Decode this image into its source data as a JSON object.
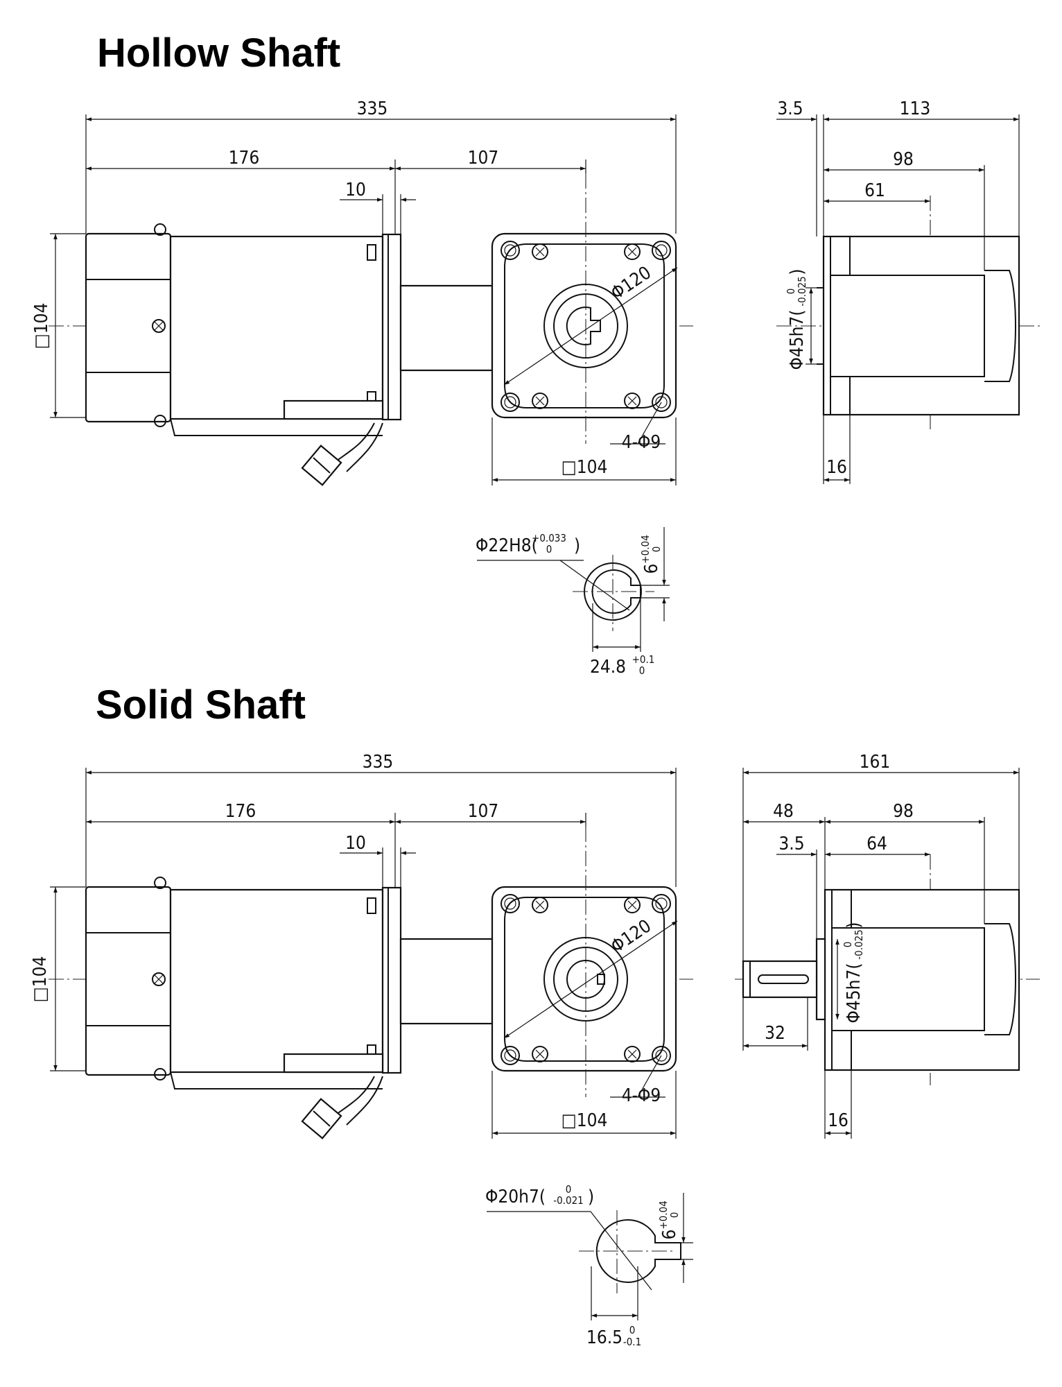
{
  "sections": {
    "hollow": {
      "title": "Hollow Shaft",
      "dims": {
        "overall_length": "335",
        "motor_length": "176",
        "gear_length": "107",
        "flange_gap": "10",
        "square_height": "□104",
        "square_width": "□104",
        "pcd": "Φ120",
        "mount_holes": "4-Φ9",
        "offset": "3.5",
        "side_depth": "113",
        "side_98": "98",
        "side_61": "61",
        "side_16": "16",
        "pilot": "Φ45h7(",
        "pilot_tol_upper": "0",
        "pilot_tol_lower": "-0.025",
        "pilot_close": ")",
        "bore": "Φ22H8(",
        "bore_tol_upper": "+0.033",
        "bore_tol_lower": "0",
        "bore_close": ")",
        "key_width": "6",
        "key_tol_upper": "+0.04",
        "key_tol_lower": "0",
        "key_depth": "24.8",
        "key_depth_tol_upper": "+0.1",
        "key_depth_tol_lower": "0"
      }
    },
    "solid": {
      "title": "Solid Shaft",
      "dims": {
        "overall_length": "335",
        "motor_length": "176",
        "gear_length": "107",
        "flange_gap": "10",
        "square_height": "□104",
        "square_width": "□104",
        "pcd": "Φ120",
        "mount_holes": "4-Φ9",
        "side_total": "161",
        "side_48": "48",
        "side_98": "98",
        "offset": "3.5",
        "side_64": "64",
        "side_32": "32",
        "side_16": "16",
        "pilot": "Φ45h7(",
        "pilot_tol_upper": "0",
        "pilot_tol_lower": "-0.025",
        "pilot_close": ")",
        "shaft": "Φ20h7(",
        "shaft_tol_upper": "0",
        "shaft_tol_lower": "-0.021",
        "shaft_close": ")",
        "key_width": "6",
        "key_tol_upper": "+0.04",
        "key_tol_lower": "0",
        "key_depth": "16.5",
        "key_depth_tol_upper": "0",
        "key_depth_tol_lower": "-0.1"
      }
    }
  }
}
